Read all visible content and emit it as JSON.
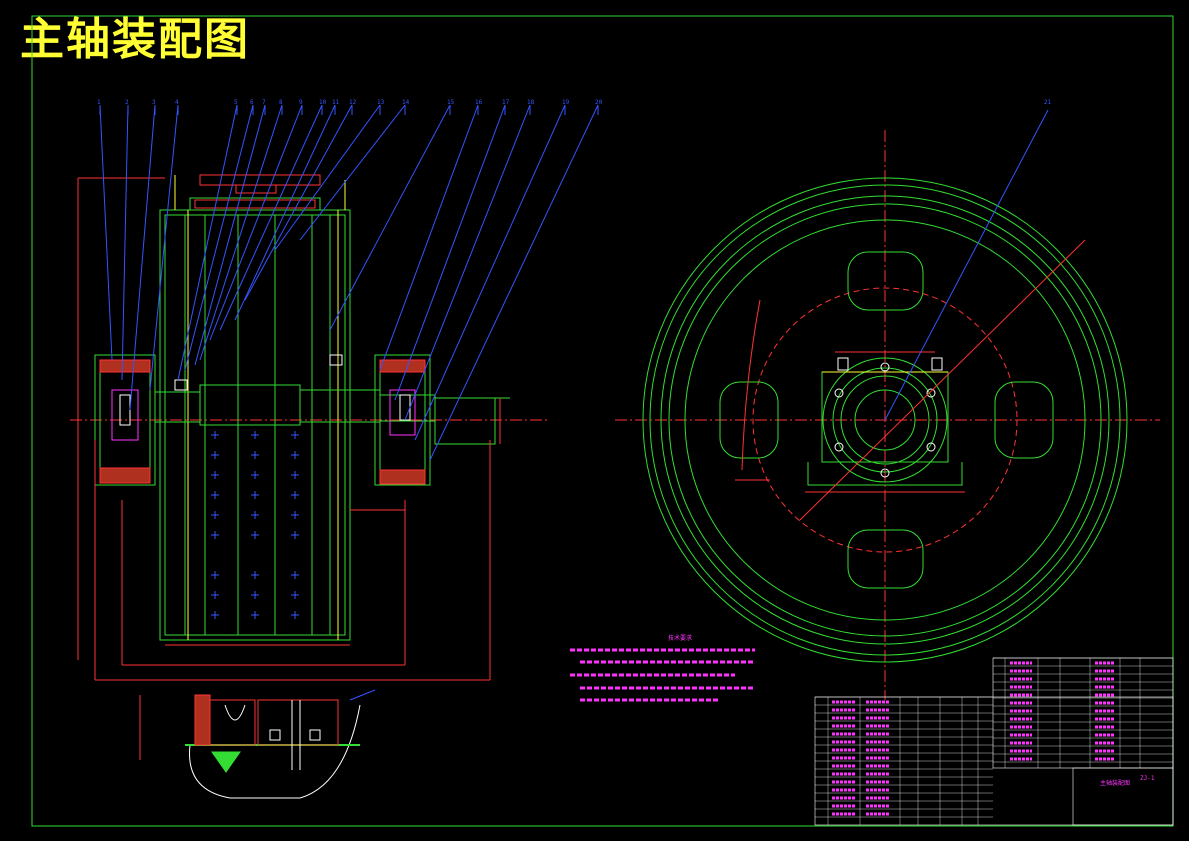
{
  "title": "主轴装配图",
  "notes_heading": "技术要求",
  "callouts_left": [
    "1",
    "2",
    "3",
    "4",
    "5",
    "6",
    "7",
    "8",
    "9",
    "10",
    "11",
    "12",
    "13",
    "14",
    "15",
    "16",
    "17",
    "18",
    "19",
    "20"
  ],
  "callout_right": "21",
  "title_block": {
    "drawing_no": "ZJ-1",
    "name": "主轴装配图"
  },
  "colors": {
    "frame": "#33dd33",
    "title": "#ffff33",
    "leader": "#3355ff",
    "center": "#ff3333",
    "notes": "#ff33ff",
    "text": "#ffffff"
  }
}
